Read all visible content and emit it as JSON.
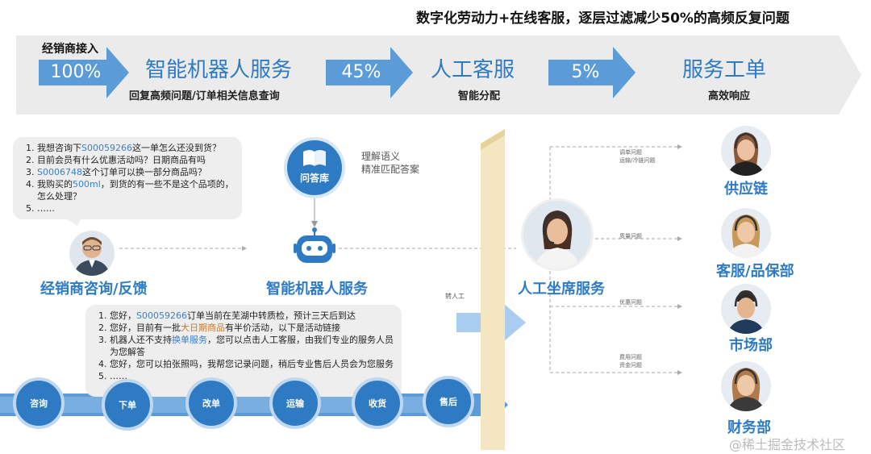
{
  "headline": "数字化劳动力+在线客服，逐层过滤减少50%的高频反复问题",
  "top_flow": {
    "entry_label": "经销商接入",
    "pct1": "100%",
    "stage1_title": "智能机器人服务",
    "stage1_sub": "回复高频问题/订单相关信息查询",
    "pct2": "45%",
    "stage2_title": "人工客服",
    "stage2_sub": "智能分配",
    "pct3": "5%",
    "stage3_title": "服务工单",
    "stage3_sub": "高效响应"
  },
  "questions": {
    "q1_pre": "我想咨询下",
    "q1_code": "S00059266",
    "q1_post": "这一单怎么还没到货？",
    "q2": "目前会员有什么优惠活动吗？日期商品有吗",
    "q3_code": "S0006748",
    "q3_post": "这个订单可以换一部分商品吗？",
    "q4_pre": "我购买的",
    "q4_code": "500ml",
    "q4_post": "，到货的有一些不是这个品项的，怎么处理？",
    "q5": "……"
  },
  "kb": {
    "label": "问答库",
    "note_line1": "理解语义",
    "note_line2": "精准匹配答案"
  },
  "labels": {
    "dealer": "经销商咨询/反馈",
    "robot": "智能机器人服务",
    "agent": "人工坐席服务",
    "transfer": "转人工"
  },
  "answers": {
    "a1_pre": "您好，",
    "a1_code": "S00059266",
    "a1_post": "订单当前在芜湖中转质检，预计三天后到达",
    "a2_pre": "您好，目前有一批",
    "a2_hl": "大日期商品",
    "a2_post": "有半价活动，以下是活动链接",
    "a3_pre": "机器人还不支持",
    "a3_hl": "换单服务",
    "a3_post": "，您可以点击人工客服，由我们专业的服务人员为您解答",
    "a4": "您好，您可以拍张照吗，我帮您记录问题，稍后专业售后人员会为您服务",
    "a5": "……"
  },
  "process": [
    "咨询",
    "下单",
    "改单",
    "运输",
    "收货",
    "售后"
  ],
  "routes": {
    "r1_line1": "调单问题",
    "r1_line2": "运输/冷链问题",
    "r2": "质量问题",
    "r3": "优惠问题",
    "r4_line1": "费用问题",
    "r4_line2": "资金问题"
  },
  "departments": [
    "供应链",
    "客服/品保部",
    "市场部",
    "财务部"
  ],
  "watermark": "@稀土掘金技术社区",
  "colors": {
    "accent": "#2e7bc4",
    "arrow_light": "#5a9bd8",
    "band": "#ebebeb",
    "divider": "#f3e6c0"
  }
}
